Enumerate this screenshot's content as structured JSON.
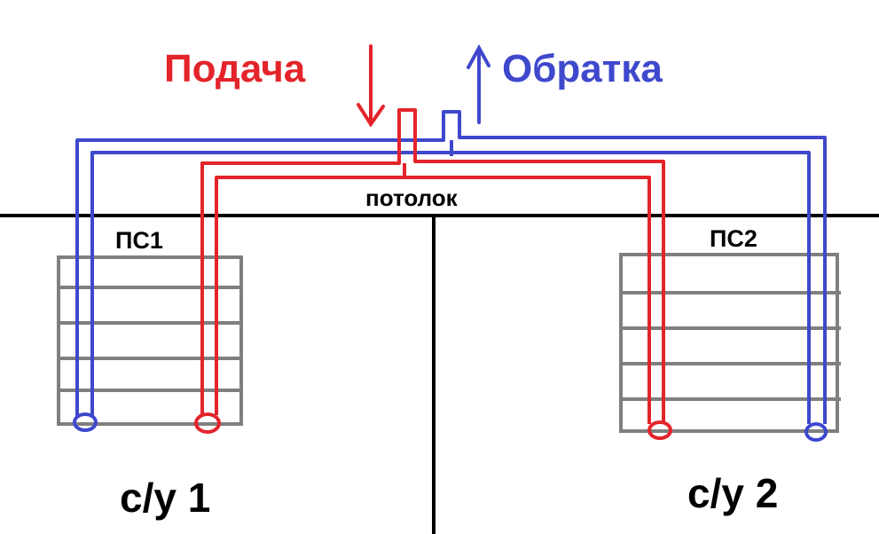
{
  "labels": {
    "supply": "Подача",
    "return": "Обратка",
    "ceiling": "потолок",
    "radiator1": "ПС1",
    "radiator2": "ПС2",
    "room1": "с/у 1",
    "room2": "с/у 2"
  },
  "colors": {
    "supply": "#e3242b",
    "return": "#3f48cc",
    "structure": "#000000",
    "radiator": "#7f7f7f",
    "background": "#ffffff"
  }
}
